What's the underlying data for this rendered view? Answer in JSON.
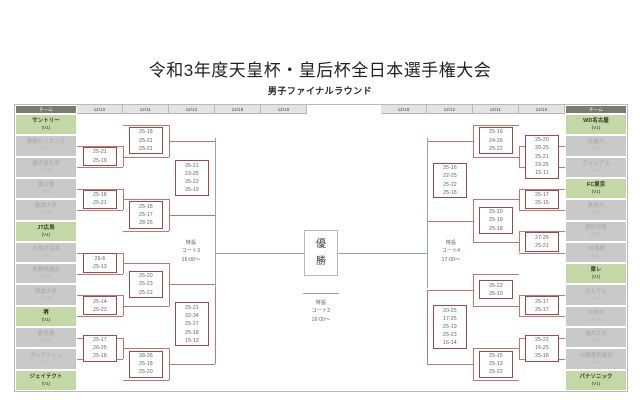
{
  "header": {
    "title": "令和3年度天皇杯・皇后杯全日本選手権大会",
    "subtitle": "男子ファイナルラウンド"
  },
  "columns": {
    "team_label": "チーム",
    "left_dates": [
      "12/10",
      "12/11",
      "12/12",
      "12/18",
      "12/19"
    ],
    "right_dates": [
      "12/18",
      "12/12",
      "12/11",
      "12/10"
    ]
  },
  "left_teams": [
    {
      "name": "サントリー",
      "sub": "(V1)",
      "kind": "seed"
    },
    {
      "name": "東野ビリオンズ",
      "sub": "(V2)",
      "kind": "qual"
    },
    {
      "name": "順天堂大学",
      "sub": "(大学)",
      "kind": "qual"
    },
    {
      "name": "富士通",
      "sub": "(V2)",
      "kind": "qual"
    },
    {
      "name": "新潟大学",
      "sub": "(大学)",
      "kind": "qual"
    },
    {
      "name": "JT広島",
      "sub": "(V1)",
      "kind": "seed"
    },
    {
      "name": "大体大沼津",
      "sub": "(V1)",
      "kind": "qual"
    },
    {
      "name": "長野県連合",
      "sub": "(高校)",
      "kind": "qual"
    },
    {
      "name": "筑波大学",
      "sub": "(大学)",
      "kind": "qual"
    },
    {
      "name": "堺",
      "sub": "(V1)",
      "kind": "seed"
    },
    {
      "name": "鹿児島",
      "sub": "(高校)",
      "kind": "qual"
    },
    {
      "name": "ヴィアティン",
      "sub": "(V2)",
      "kind": "qual"
    },
    {
      "name": "ジェイテクト",
      "sub": "(V1)",
      "kind": "seed"
    }
  ],
  "right_teams": [
    {
      "name": "WD名古屋",
      "sub": "(V1)",
      "kind": "seed"
    },
    {
      "name": "近畿大",
      "sub": "(大学)",
      "kind": "qual"
    },
    {
      "name": "ヴォレアス",
      "sub": "(V2)",
      "kind": "qual"
    },
    {
      "name": "FC東京",
      "sub": "(V1)",
      "kind": "seed"
    },
    {
      "name": "東海大",
      "sub": "(大学)",
      "kind": "qual"
    },
    {
      "name": "愛知学泉",
      "sub": "(高校)",
      "kind": "qual"
    },
    {
      "name": "VC長野",
      "sub": "(V2)",
      "kind": "qual"
    },
    {
      "name": "東レ",
      "sub": "(V1)",
      "kind": "seed"
    },
    {
      "name": "きんでん",
      "sub": "(V2)",
      "kind": "qual"
    },
    {
      "name": "中央大",
      "sub": "(大学)",
      "kind": "qual"
    },
    {
      "name": "福井工大",
      "sub": "(大学)",
      "kind": "qual"
    },
    {
      "name": "大崎電気連合",
      "sub": "(V2)",
      "kind": "qual"
    },
    {
      "name": "パナソニック",
      "sub": "(V1)",
      "kind": "seed"
    }
  ],
  "left_scores": {
    "r1a": [
      "25-21",
      "25-19"
    ],
    "r1b": [
      "25-18",
      "25-21"
    ],
    "r1c": [
      "25-6",
      "25-13"
    ],
    "r1d": [
      "25-14",
      "25-23"
    ],
    "r1e": [
      "25-17",
      "20-25",
      "25-18"
    ],
    "r2a": [
      "25-18",
      "25-21",
      "25-21"
    ],
    "r2b": [
      "25-18",
      "25-17",
      "28-26"
    ],
    "r2c": [
      "25-20",
      "25-23",
      "25-22"
    ],
    "r2d": [
      "28-26",
      "25-18",
      "25-20"
    ],
    "qf_top": [
      "25-21",
      "23-25",
      "25-22",
      "25-19"
    ],
    "qf_bot": [
      "25-21",
      "32-34",
      "25-27",
      "25-18",
      "15-13"
    ]
  },
  "right_scores": {
    "r1a": [
      "25-20",
      "20-25",
      "25-21",
      "23-25",
      "15-11"
    ],
    "r1b": [
      "25-17",
      "25-15"
    ],
    "r1c": [
      "27-25",
      "25-21"
    ],
    "r1d": [
      "25-17",
      "25-17"
    ],
    "r1e": [
      "25-22",
      "16-25",
      "25-18"
    ],
    "r2a": [
      "25-16",
      "24-26",
      "25-22"
    ],
    "r2b": [
      "25-20",
      "25-19",
      "25-18"
    ],
    "r2c": [
      "25-22",
      "25-10"
    ],
    "r2d": [
      "25-15",
      "25-13",
      "25-22"
    ],
    "qf_top": [
      "25-16",
      "22-25",
      "25-22",
      "25-18"
    ],
    "qf_bot": [
      "20-25",
      "17-25",
      "25-19",
      "25-23",
      "16-14"
    ]
  },
  "center": {
    "semi_left": {
      "l1": "特設",
      "l2": "コート3",
      "l3": "15:00～"
    },
    "semi_right": {
      "l1": "特設",
      "l2": "コート4",
      "l3": "17:00～"
    },
    "final": "優勝",
    "third": {
      "l1": "特設",
      "l2": "コート2",
      "l3": "16:00～"
    }
  }
}
